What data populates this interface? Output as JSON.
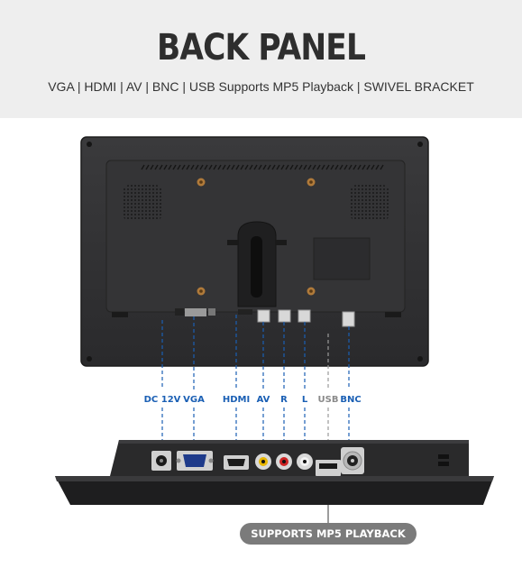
{
  "header": {
    "title": "BACK PANEL",
    "subtitle": "VGA | HDMI | AV | BNC | USB Supports MP5 Playback | SWIVEL BRACKET"
  },
  "ports": [
    {
      "label": "DC 12V"
    },
    {
      "label": "VGA"
    },
    {
      "label": "HDMI"
    },
    {
      "label": "AV"
    },
    {
      "label": "R"
    },
    {
      "label": "L"
    },
    {
      "label": "USB"
    },
    {
      "label": "BNC"
    }
  ],
  "callout": {
    "label": "SUPPORTS MP5 PLAYBACK"
  },
  "colors": {
    "header_bg": "#eeeeee",
    "line_blue": "#1a5fb4",
    "line_gray": "#9a9a9a",
    "pill_bg": "#7b7b7b"
  }
}
